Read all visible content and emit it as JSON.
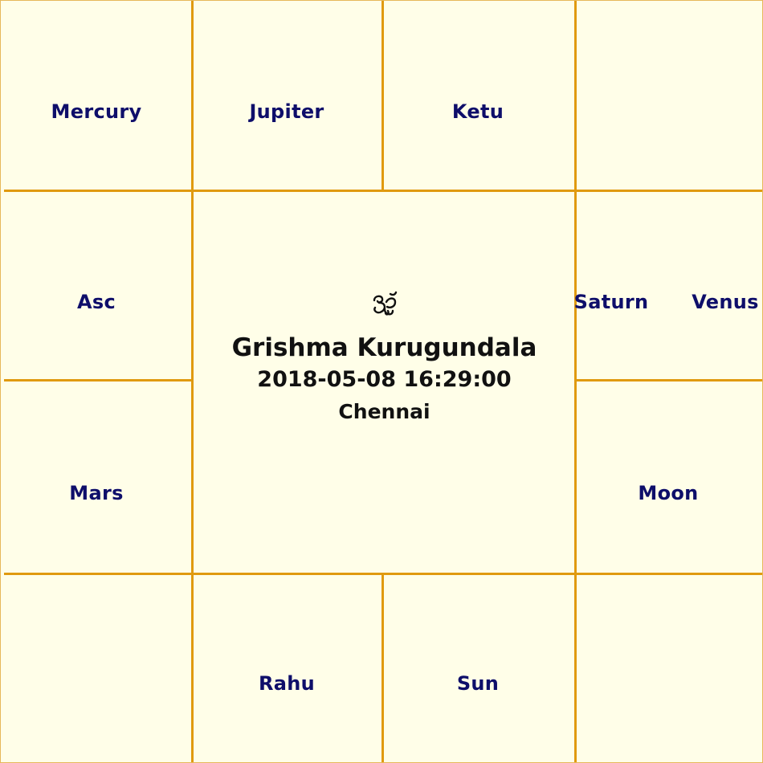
{
  "houses": {
    "top_1": "Mercury",
    "top_2": "Jupiter",
    "top_3": "Ketu",
    "top_4": "",
    "left_1": "Asc",
    "left_2": "Mars",
    "right_1_a": "Saturn",
    "right_1_b": "Venus",
    "right_2": "Moon",
    "bottom_1": "",
    "bottom_2": "Rahu",
    "bottom_3": "Sun",
    "bottom_4": ""
  },
  "center": {
    "symbol": "om-icon",
    "name": "Grishma Kurugundala",
    "datetime": "2018-05-08 16:29:00",
    "place": "Chennai"
  },
  "colors": {
    "background": "#fffee8",
    "grid_line": "#e09a10",
    "planet_text": "#0e0e6a",
    "center_text": "#111111"
  }
}
